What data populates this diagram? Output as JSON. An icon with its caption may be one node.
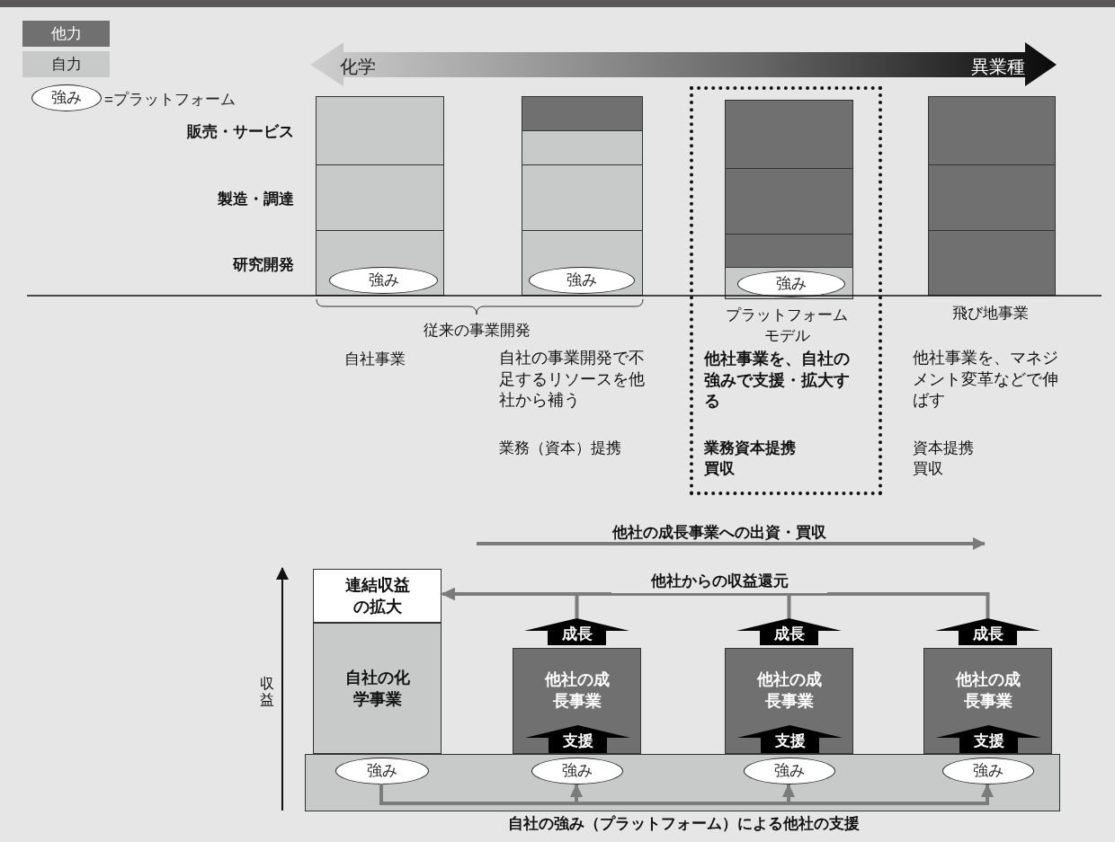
{
  "diagram": {
    "nodes": [
      {
        "text": [
          "強み"
        ],
        "beside": [
          "=プラットフォーム"
        ]
      },
      {
        "text": [],
        "shape": "bar"
      },
      {
        "text": [
          "強み"
        ],
        "in": 1
      },
      {
        "text": [],
        "shape": "bar"
      },
      {
        "text": [
          "強み"
        ],
        "in": 3
      },
      {
        "text": [
          "プラットフォームモデル",
          "他社事業を、自社の強みで支援・拡大する",
          "業務資本提携",
          "買収"
        ]
      },
      {
        "text": [],
        "shape": "bar",
        "in": 5
      },
      {
        "text": [
          "強み"
        ],
        "in": 6
      },
      {
        "text": [],
        "shape": "bar",
        "beside": [
          "飛び地事業"
        ]
      },
      {
        "text": [
          "連結収益の拡大"
        ]
      },
      {
        "text": [
          "自社の化学事業"
        ]
      },
      {
        "text": [
          "他社の成長事業"
        ]
      },
      {
        "text": [
          "支援"
        ],
        "in": 11
      },
      {
        "text": [
          "成長"
        ]
      },
      {
        "text": [
          "他社の成長事業"
        ]
      },
      {
        "text": [
          "支援"
        ],
        "in": 14
      },
      {
        "text": [
          "成長"
        ]
      },
      {
        "text": [
          "他社の成長事業"
        ]
      },
      {
        "text": [
          "支援"
        ],
        "in": 17
      },
      {
        "text": [
          "成長"
        ]
      },
      {
        "text": [],
        "shape": "box"
      },
      {
        "text": [
          "強み"
        ],
        "in": 20
      },
      {
        "text": [
          "強み"
        ],
        "in": 20
      },
      {
        "text": [
          "強み"
        ],
        "in": 20
      },
      {
        "text": [
          "強み"
        ],
        "in": 20
      }
    ],
    "edges": [
      {
        "from": 13,
        "to": 9,
        "arrow": "to"
      },
      {
        "from": 16,
        "to": 9,
        "arrow": "to",
        "label": "他社からの収益還元"
      },
      {
        "from": 19,
        "to": 9,
        "arrow": "to"
      },
      {
        "from": 21,
        "to": 22,
        "arrow": "to"
      },
      {
        "from": 21,
        "to": 23,
        "arrow": "to"
      },
      {
        "from": 21,
        "to": 24,
        "arrow": "to"
      }
    ],
    "labels": [
      "化学",
      "異業種",
      "販売・サービス",
      "製造・調達",
      "研究開発",
      "従来の事業開発",
      "自社事業",
      "自社の事業開発で不足するリソースを他社から補う",
      "業務（資本）提携",
      "他社事業を、マネジメント変革などで伸ばす",
      "資本提携",
      "買収",
      "他社の成長事業への出資・買収",
      "収益",
      "自社の強み（プラットフォーム）による他社の支援"
    ],
    "legend": [
      {
        "text": "他力",
        "color": "#707070"
      },
      {
        "text": "自力",
        "color": "#c8c9c9"
      }
    ]
  }
}
